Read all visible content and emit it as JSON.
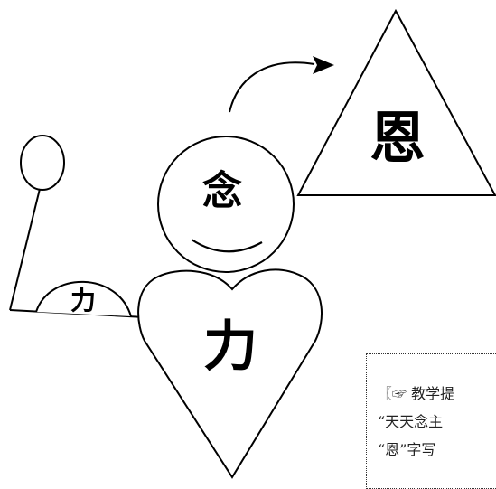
{
  "diagram": {
    "triangle_char": "恩",
    "head_char": "念",
    "heart_char": "力",
    "arm_char": "力"
  },
  "note": {
    "lines": [
      "〖☞ 教学提",
      "“天天念主",
      "“恩”字写"
    ]
  }
}
